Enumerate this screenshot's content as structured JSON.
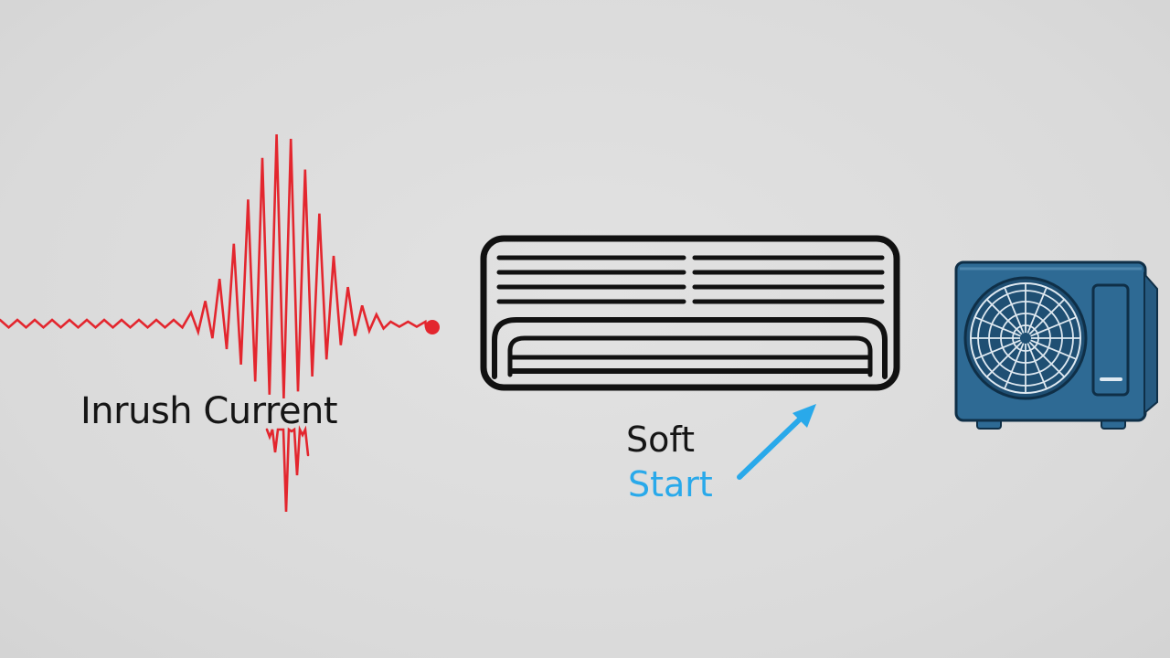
{
  "labels": {
    "inrush": "Inrush Current",
    "soft": "Soft",
    "start": "Start"
  },
  "colors": {
    "background": "#dcdcdc",
    "waveform": "#e3262e",
    "start_text": "#29a9ea",
    "arrow": "#29a9ea",
    "outdoor_unit": "#2e6a94",
    "outline": "#111111"
  },
  "icons": {
    "waveform": "inrush-waveform-icon",
    "indoor_unit": "split-ac-indoor-unit-icon",
    "outdoor_unit": "ac-outdoor-unit-icon",
    "arrow": "soft-start-arrow-icon"
  }
}
